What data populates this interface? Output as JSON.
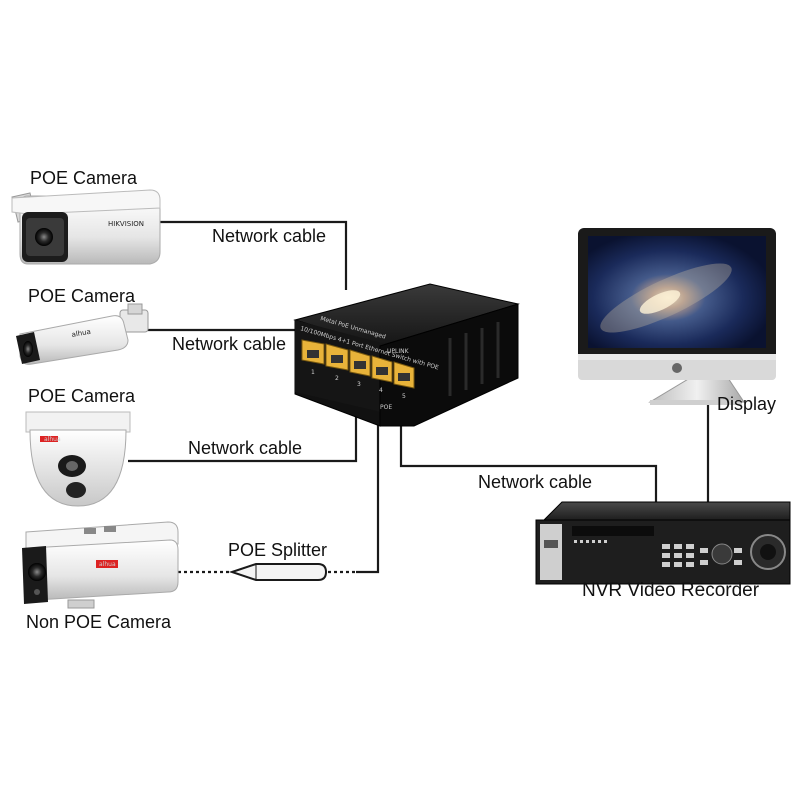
{
  "cameras": [
    {
      "title": "POE Camera",
      "cable_label": "Network cable",
      "brand": "HIKVISION"
    },
    {
      "title": "POE Camera",
      "cable_label": "Network cable",
      "brand": "alhua"
    },
    {
      "title": "POE Camera",
      "cable_label": "Network cable",
      "brand": "alhua"
    },
    {
      "title": "Non POE Camera",
      "splitter_label": "POE Splitter",
      "brand": "alhua"
    }
  ],
  "switch": {
    "top_label": "Metal PoE Unmanaged",
    "sub_label": "10/100Mbps 4+1 Port Ethernet Switch with POE",
    "uplink_label": "UPLINK",
    "poe_label": "POE",
    "port_numbers": [
      "1",
      "2",
      "3",
      "4",
      "5"
    ],
    "port_color": "#e8b33a"
  },
  "nvr": {
    "title": "NVR Video Recorder",
    "cable_label": "Network cable"
  },
  "display": {
    "title": "Display"
  }
}
